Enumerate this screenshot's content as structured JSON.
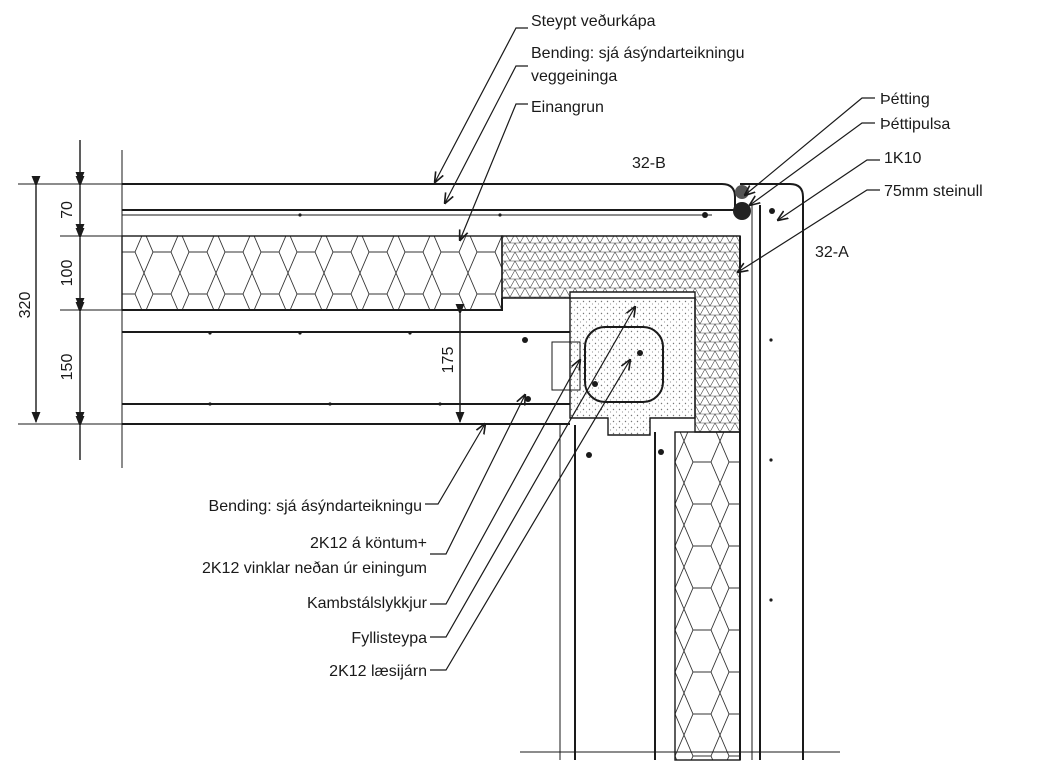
{
  "labels": {
    "steypt": "Steypt veðurkápa",
    "bending_top_1": "Bending: sjá ásýndarteikningu",
    "bending_top_2": "veggeininga",
    "einangrun": "Einangrun",
    "petting": "Þétting",
    "pettipulsa": "Þéttipulsa",
    "k10": "1K10",
    "steinull": "75mm steinull",
    "b32": "32-B",
    "a32": "32-A",
    "bending_bottom": "Bending: sjá ásýndarteikningu",
    "k12_kontum_1": "2K12 á köntum+",
    "k12_kontum_2": "2K12 vinklar neðan úr einingum",
    "kambstal": "Kambstálslykkjur",
    "fyllisteypa": "Fyllisteypa",
    "laesijarn": "2K12 læsijárn"
  },
  "dimensions": {
    "total": "320",
    "d70": "70",
    "d100": "100",
    "d150": "150",
    "d175": "175"
  }
}
